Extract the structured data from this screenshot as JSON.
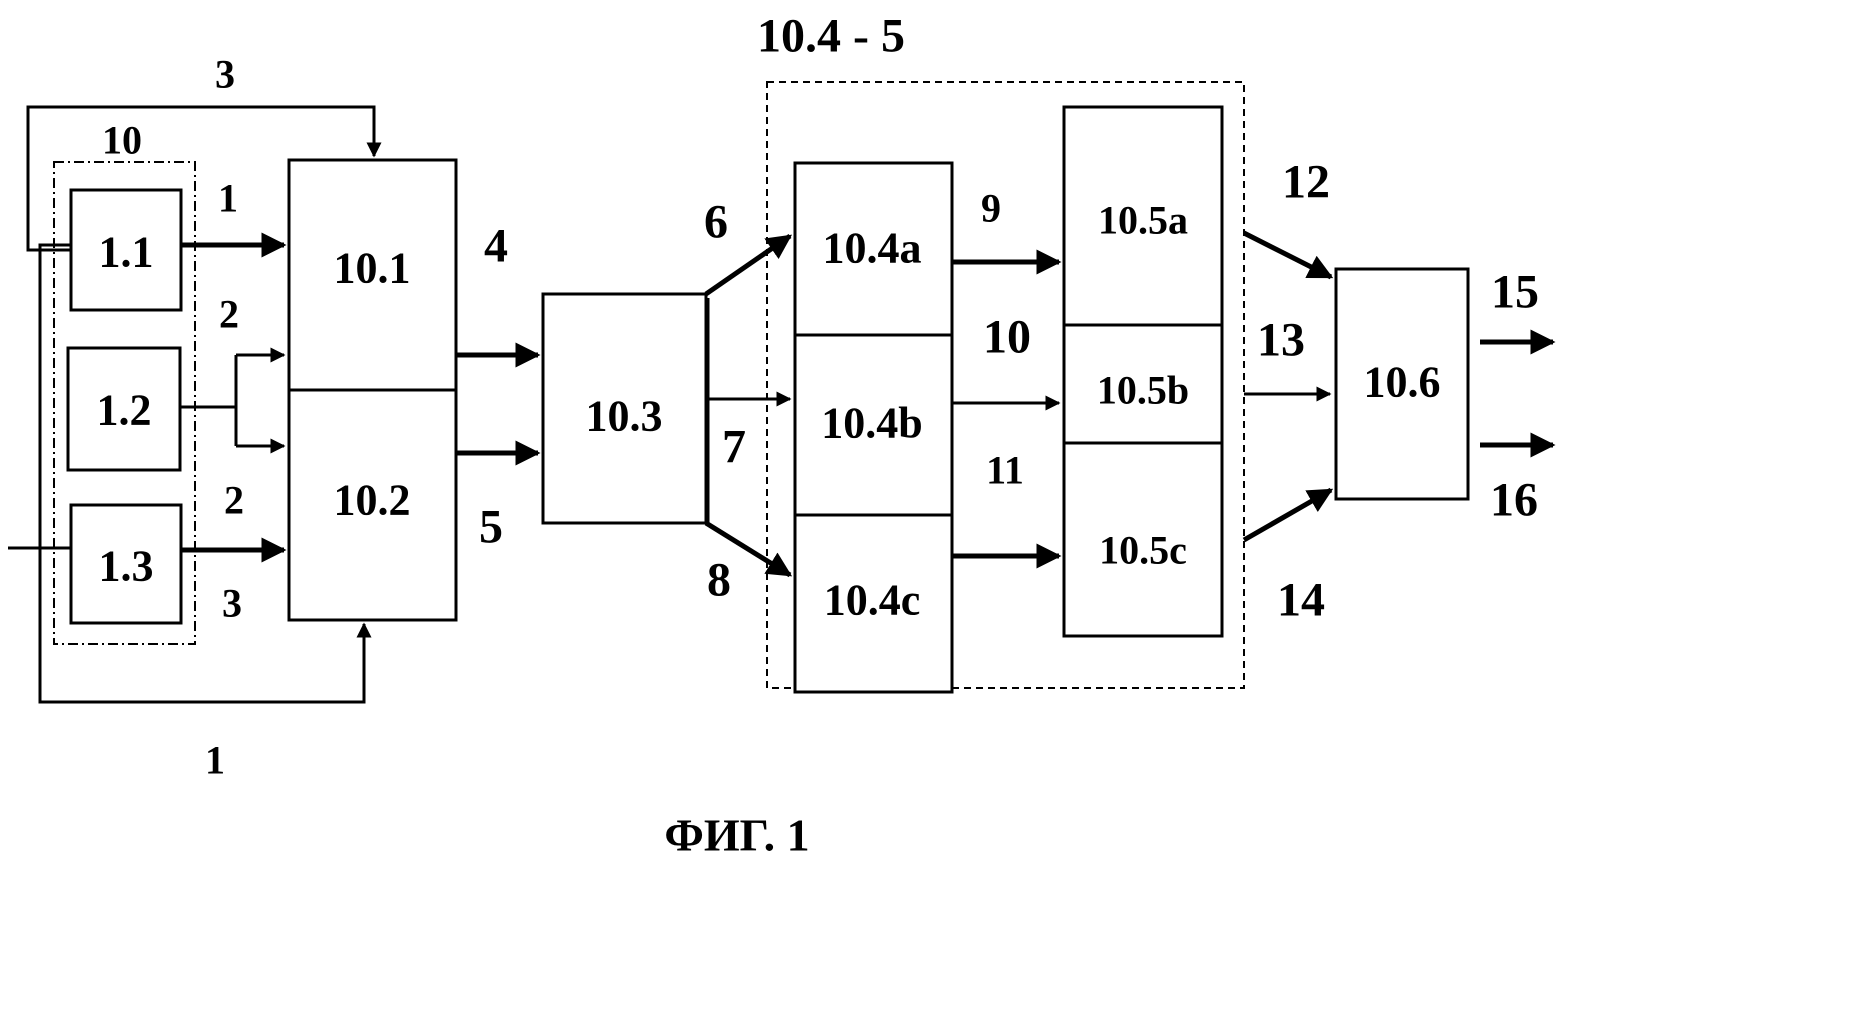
{
  "blocks": {
    "b1_1": "1.1",
    "b1_2": "1.2",
    "b1_3": "1.3",
    "b10_1": "10.1",
    "b10_2": "10.2",
    "b10_3": "10.3",
    "b10_4a": "10.4a",
    "b10_4b": "10.4b",
    "b10_4c": "10.4c",
    "b10_5a": "10.5a",
    "b10_5b": "10.5b",
    "b10_5c": "10.5c",
    "b10_6": "10.6"
  },
  "groups": {
    "sensors": "10",
    "stage45": "10.4 - 5"
  },
  "signals": {
    "s3_top": "3",
    "s1_in": "1",
    "s2_in_upper": "2",
    "s2_in_lower": "2",
    "s3_in": "3",
    "s1_bottom": "1",
    "s4": "4",
    "s5": "5",
    "s6": "6",
    "s7": "7",
    "s8": "8",
    "s9": "9",
    "s10": "10",
    "s11": "11",
    "s12": "12",
    "s13": "13",
    "s14": "14",
    "s15": "15",
    "s16": "16"
  },
  "caption": "ФИГ. 1"
}
